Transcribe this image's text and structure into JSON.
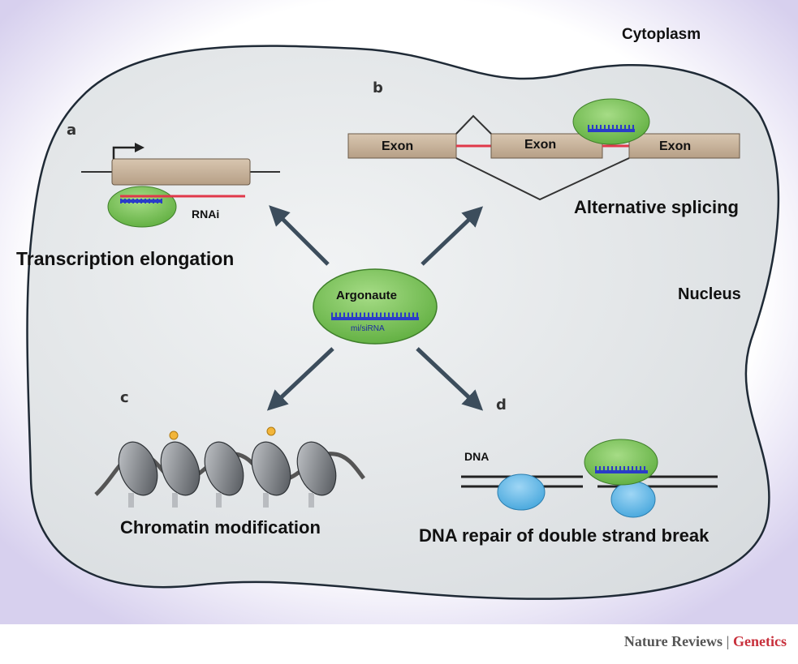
{
  "regions": {
    "cytoplasm": "Cytoplasm",
    "nucleus": "Nucleus"
  },
  "center": {
    "protein": "Argonaute",
    "small_rna": "mi/siRNA"
  },
  "panels": {
    "a": {
      "letter": "a",
      "label": "RNAi",
      "title": "Transcription elongation"
    },
    "b": {
      "letter": "b",
      "exons": [
        "Exon",
        "Exon",
        "Exon"
      ],
      "title": "Alternative splicing"
    },
    "c": {
      "letter": "c",
      "title": "Chromatin modification"
    },
    "d": {
      "letter": "d",
      "label": "DNA",
      "title": "DNA repair of double strand break"
    }
  },
  "credit": {
    "journal": "Nature Reviews",
    "separator": "|",
    "section": "Genetics"
  },
  "colors": {
    "nucleus_fill": "#e3e6e8",
    "cytoplasm_glow": "#d7d0ee",
    "argonaute_green": "#7cc25a",
    "rna_blue": "#2a3cc8",
    "gene_brown": "#c7b29a",
    "splice_red": "#e0384a",
    "repair_blue": "#5bb4e6",
    "credit_red": "#c8303c"
  }
}
